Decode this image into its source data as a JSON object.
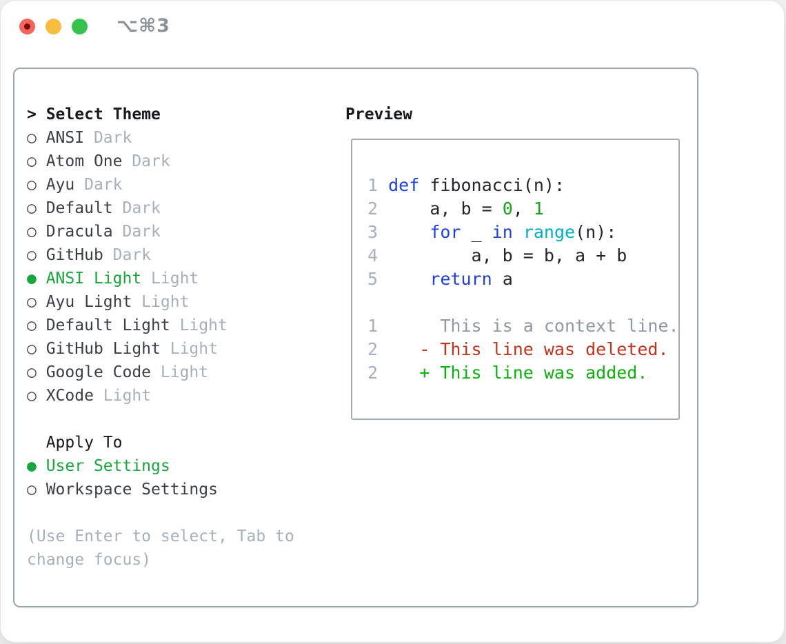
{
  "window": {
    "shortcut": "⌥⌘3",
    "traffic_lights": [
      {
        "name": "close",
        "color": "#f4645c"
      },
      {
        "name": "minimize",
        "color": "#f9bd3e"
      },
      {
        "name": "zoom",
        "color": "#36c24c"
      }
    ]
  },
  "colors": {
    "tl-red": "#f4645c",
    "tl-red-dot": "#7a0f08",
    "tl-yellow": "#f9bd3e",
    "tl-green": "#36c24c",
    "title": "#15181c",
    "item": "#3a3f47",
    "marker": "#43484f",
    "gray": "#a6b0ba",
    "green-sel": "#17a63c",
    "ln": "#a6b0bf",
    "code-fg": "#23262c",
    "kw": "#1d41e3",
    "num-green": "#14a614",
    "builtin": "#00b0c6",
    "ctx": "#8f99a4",
    "del": "#c2331d",
    "add": "#0db00d"
  },
  "left": {
    "title_cursor": "> ",
    "title": "Select Theme",
    "radio_unselected_icon": "○",
    "radio_selected_icon": "●",
    "themes": [
      {
        "name": "ANSI",
        "variant": "Dark",
        "selected": false
      },
      {
        "name": "Atom One",
        "variant": "Dark",
        "selected": false
      },
      {
        "name": "Ayu",
        "variant": "Dark",
        "selected": false
      },
      {
        "name": "Default",
        "variant": "Dark",
        "selected": false
      },
      {
        "name": "Dracula",
        "variant": "Dark",
        "selected": false
      },
      {
        "name": "GitHub",
        "variant": "Dark",
        "selected": false
      },
      {
        "name": "ANSI Light",
        "variant": "Light",
        "selected": true
      },
      {
        "name": "Ayu Light",
        "variant": "Light",
        "selected": false
      },
      {
        "name": "Default Light",
        "variant": "Light",
        "selected": false
      },
      {
        "name": "GitHub Light",
        "variant": "Light",
        "selected": false
      },
      {
        "name": "Google Code",
        "variant": "Light",
        "selected": false
      },
      {
        "name": "XCode",
        "variant": "Light",
        "selected": false
      }
    ],
    "apply_to": {
      "title": "Apply To",
      "options": [
        {
          "name": "User Settings",
          "selected": true
        },
        {
          "name": "Workspace Settings",
          "selected": false
        }
      ]
    },
    "hint_lines": [
      "(Use Enter to select, Tab to",
      "change focus)"
    ]
  },
  "preview": {
    "title": "Preview",
    "code_lines": [
      {
        "num": "1",
        "segments": [
          [
            "def ",
            "kw"
          ],
          [
            "fibonacci(n):",
            "fg"
          ]
        ]
      },
      {
        "num": "2",
        "segments": [
          [
            "    a, b = ",
            "fg"
          ],
          [
            "0",
            "num"
          ],
          [
            ", ",
            "fg"
          ],
          [
            "1",
            "num"
          ]
        ]
      },
      {
        "num": "3",
        "segments": [
          [
            "    ",
            "fg"
          ],
          [
            "for",
            "kw"
          ],
          [
            " _ ",
            "fg"
          ],
          [
            "in",
            "kw"
          ],
          [
            " ",
            "fg"
          ],
          [
            "range",
            "builtin"
          ],
          [
            "(n):",
            "fg"
          ]
        ]
      },
      {
        "num": "4",
        "segments": [
          [
            "        a, b = b, a + b",
            "fg"
          ]
        ]
      },
      {
        "num": "5",
        "segments": [
          [
            "    ",
            "fg"
          ],
          [
            "return",
            "kw"
          ],
          [
            " a",
            "fg"
          ]
        ]
      }
    ],
    "diff_lines": [
      {
        "num": "1",
        "segments": [
          [
            "     This is a context line.",
            "ctx"
          ]
        ]
      },
      {
        "num": "2",
        "segments": [
          [
            "   ",
            "fg"
          ],
          [
            "- This line was deleted.",
            "del"
          ]
        ]
      },
      {
        "num": "2",
        "segments": [
          [
            "   ",
            "fg"
          ],
          [
            "+ This line was added.",
            "add"
          ]
        ]
      }
    ]
  }
}
